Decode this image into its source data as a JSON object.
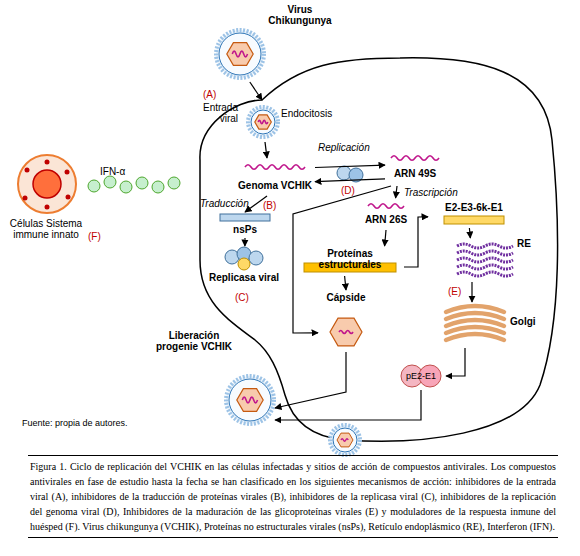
{
  "diagram": {
    "caption": "Figura 1. Ciclo de replicación del VCHIK en las células infectadas y sitios de acción de compuestos antivirales. Los compuestos antivirales en fase de estudio hasta la fecha se han clasificado en los siguientes mecanismos de acción: inhibidores de la entrada viral (A), inhibidores de la traducción de proteínas virales (B), inhibidores de la replicasa viral (C), inhibidores de la replicación del genoma viral (D), Inhibidores de la maduración de las glicoproteínas virales (E) y moduladores de la respuesta inmune del huésped (F). Virus chikungunya (VCHIK), Proteínas no estructurales virales (nsPs), Retículo endoplásmico (RE), Interferon (IFN).",
    "nodes": [
      {
        "text": [
          "Virus Chikungunya"
        ]
      },
      {
        "text": [
          "Endocitosis"
        ]
      },
      {
        "text": [
          "Genoma VCHIK"
        ]
      },
      {
        "text": [
          "ARN 49S"
        ]
      },
      {
        "text": [
          "ARN 26S"
        ]
      },
      {
        "text": [
          "nsPs"
        ]
      },
      {
        "text": [
          "Replicasa viral"
        ]
      },
      {
        "text": [
          "Células Sistema immune innato"
        ]
      },
      {
        "text": [
          "Proteínas estructurales"
        ]
      },
      {
        "text": [
          "E2-E3-6k-E1"
        ]
      },
      {
        "text": [
          "RE"
        ]
      },
      {
        "text": [
          "Golgi"
        ]
      },
      {
        "text": [
          "Cápside"
        ]
      },
      {
        "text": [
          "pE2-E1"
        ]
      },
      {
        "text": [
          "Liberación progenie VCHIK"
        ]
      }
    ],
    "edges": [
      {
        "from": 0,
        "to": 1,
        "label": "Entrada viral",
        "arrow": "to"
      },
      {
        "from": 1,
        "to": 2,
        "arrow": "to"
      },
      {
        "from": 2,
        "to": 3,
        "label": "Replicación",
        "arrow": "to"
      },
      {
        "from": 3,
        "to": 2,
        "arrow": "to"
      },
      {
        "from": 2,
        "to": 5,
        "label": "Traducción",
        "arrow": "to"
      },
      {
        "from": 5,
        "to": 6,
        "arrow": "to"
      },
      {
        "from": 3,
        "to": 4,
        "label": "Trascripción",
        "arrow": "to"
      },
      {
        "from": 4,
        "to": 8,
        "arrow": "to"
      },
      {
        "from": 8,
        "to": 9,
        "arrow": "to"
      },
      {
        "from": 9,
        "to": 10,
        "arrow": "to"
      },
      {
        "from": 10,
        "to": 11,
        "arrow": "to"
      },
      {
        "from": 11,
        "to": 13,
        "arrow": "to"
      },
      {
        "from": 8,
        "to": 12,
        "arrow": "to"
      },
      {
        "from": 3,
        "to": 12,
        "arrow": "to"
      },
      {
        "from": 12,
        "to": 14,
        "arrow": "to"
      },
      {
        "from": 13,
        "to": 14,
        "arrow": "to"
      }
    ],
    "labels": [
      "(A)",
      "(D)",
      "(B)",
      "IFN-α",
      "(C)",
      "(F)",
      "(E)",
      "Fuente: propia de autores."
    ]
  }
}
